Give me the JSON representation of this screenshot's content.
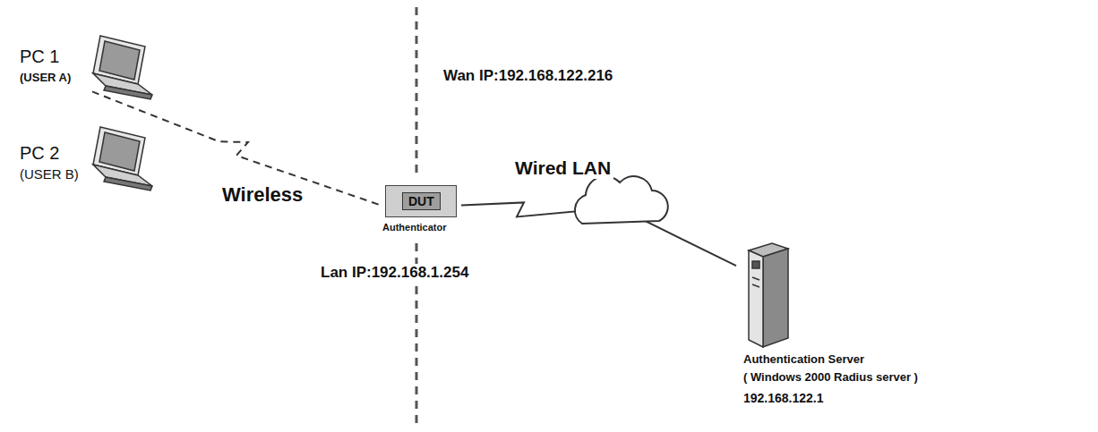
{
  "diagram": {
    "nodes": [
      {
        "text": [
          "PC 1",
          "(USER A)"
        ]
      },
      {
        "text": [
          "PC 2",
          "(USER B)"
        ]
      },
      {
        "text": [
          "DUT",
          "Authenticator"
        ]
      },
      {
        "text": [
          "Authentication Server",
          "( Windows 2000 Radius server )",
          "192.168.122.1"
        ]
      }
    ],
    "edges": [
      {
        "from": 0,
        "to": 2,
        "arrow": "none",
        "label": "Wireless"
      },
      {
        "from": 2,
        "to": 3,
        "arrow": "none",
        "label": "Wired LAN"
      }
    ],
    "labels": [
      "Wan IP:192.168.122.216",
      "Lan IP:192.168.1.254"
    ]
  }
}
